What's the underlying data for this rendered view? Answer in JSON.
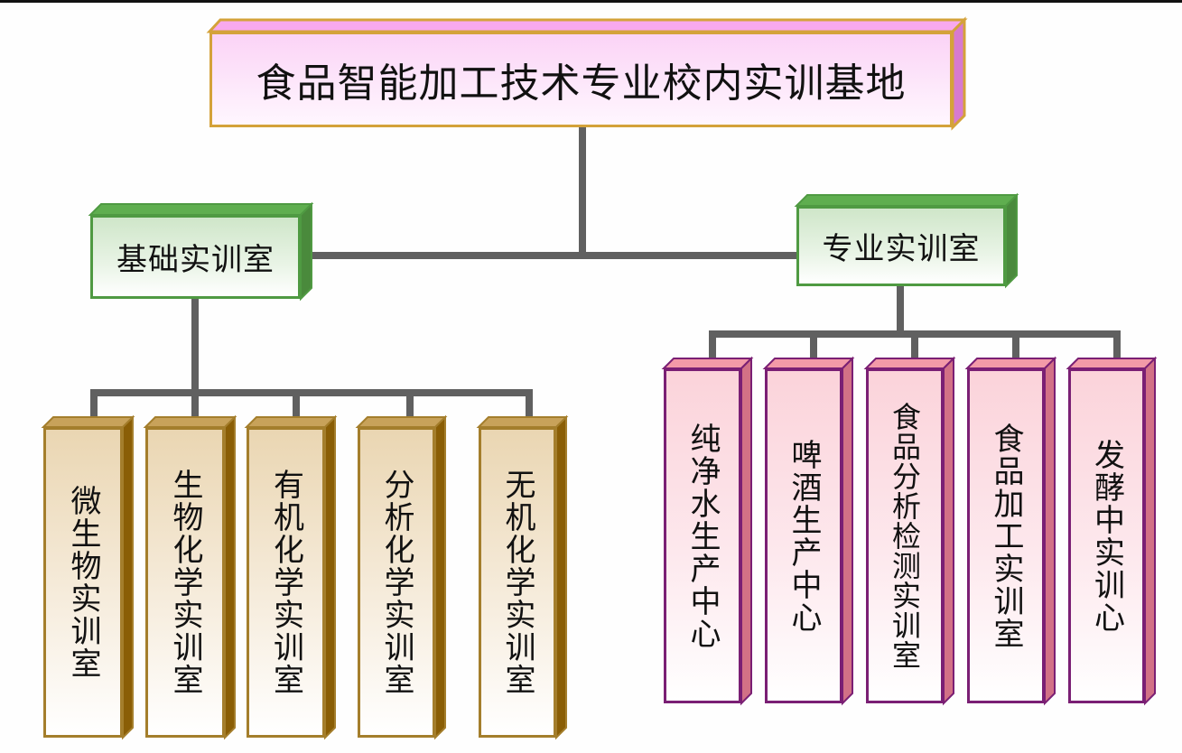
{
  "diagram": {
    "root": {
      "label": "食品智能加工技术专业校内实训基地"
    },
    "branches": [
      {
        "label": "基础实训室",
        "children": [
          "微生物实训室",
          "生物化学实训室",
          "有机化学实训室",
          "分析化学实训室",
          "无机化学实训室"
        ]
      },
      {
        "label": "专业实训室",
        "children": [
          "纯净水生产中心",
          "啤酒生产中心",
          "食品分析检测实训室",
          "食品加工实训室",
          "发酵中实训心"
        ]
      }
    ]
  },
  "colors": {
    "connector": "#606060",
    "root_fill": "#fbd3f6",
    "root_border": "#d4a23a",
    "root_side": "#d77ad0",
    "branch_fill": "#cfe6c9",
    "branch_border": "#4f9a42",
    "branch_side": "#4a8a3c",
    "basic_fill": "#ead6b2",
    "basic_border": "#a47e2c",
    "basic_side": "#8a5e06",
    "pro_fill": "#fbd3da",
    "pro_border": "#7a1f74",
    "pro_side": "#d27186"
  }
}
